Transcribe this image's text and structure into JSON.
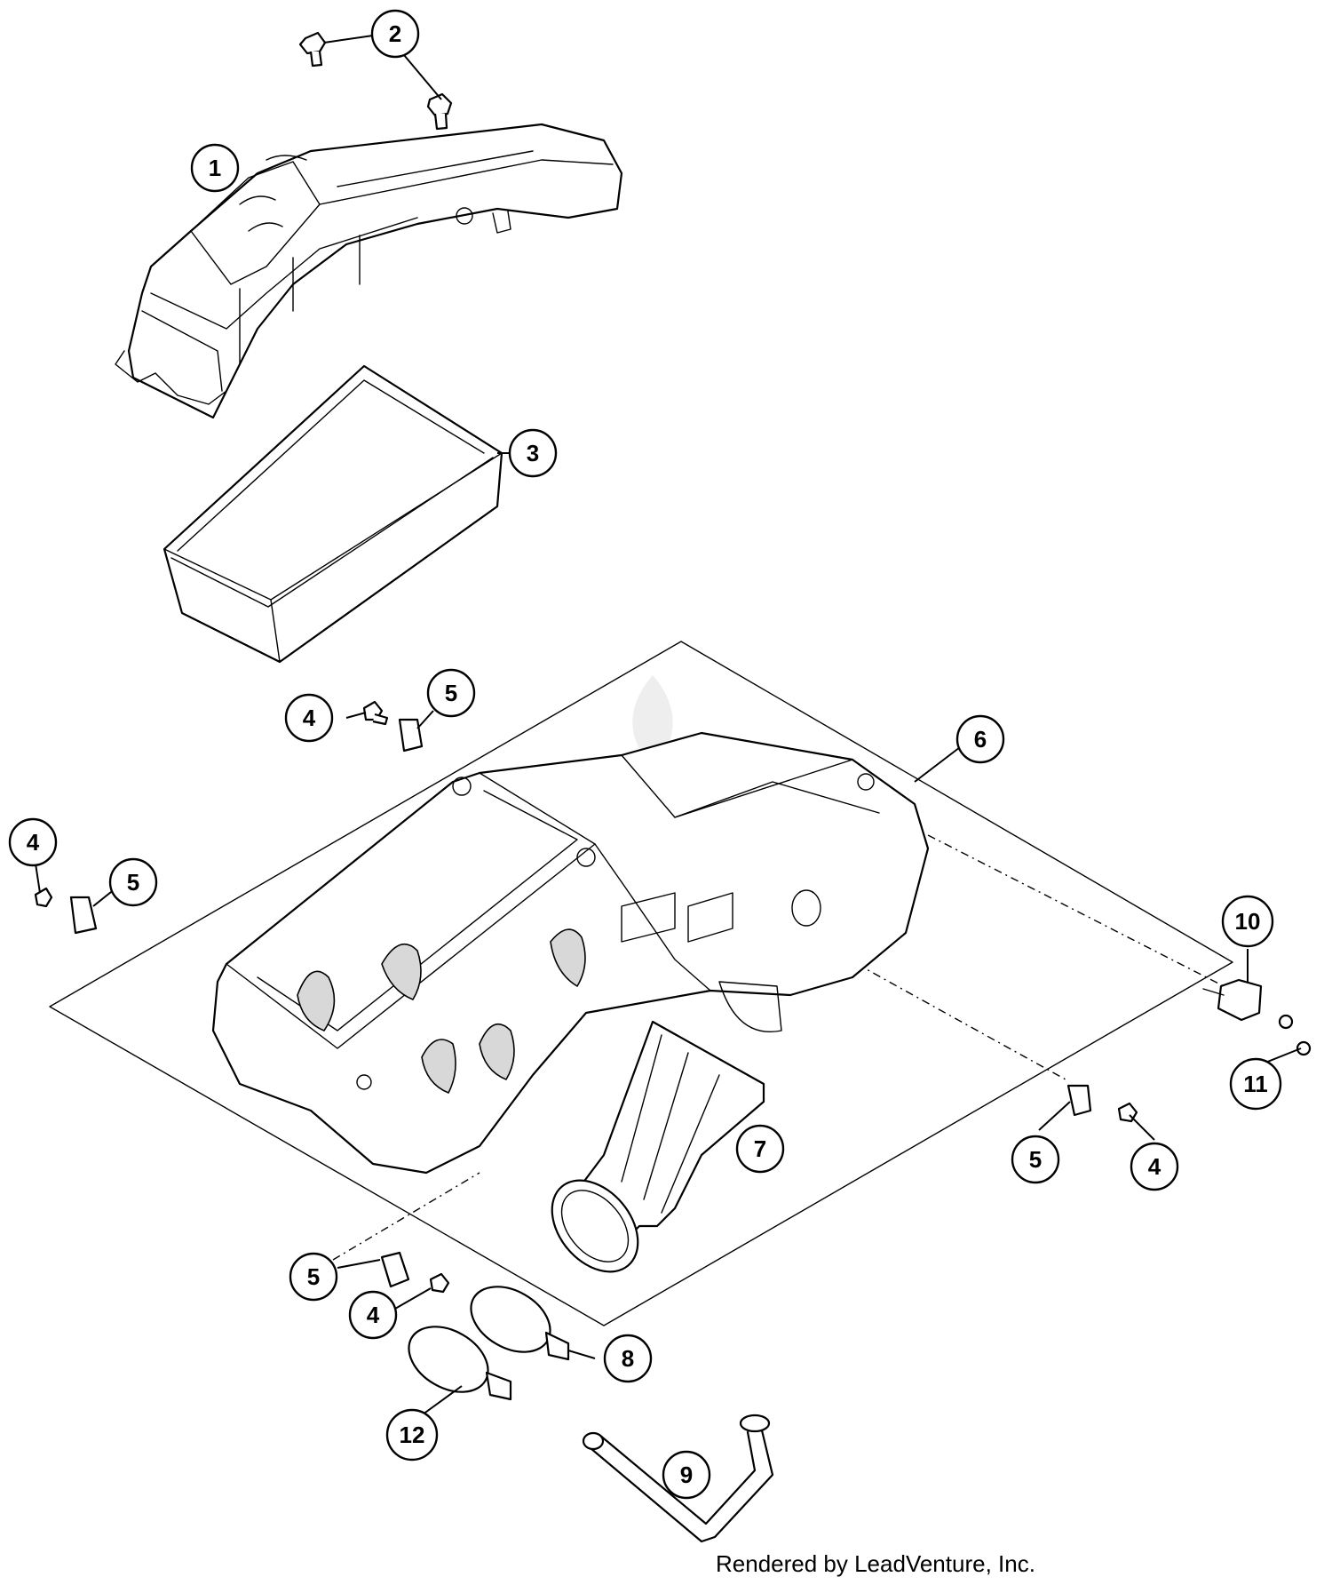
{
  "callouts": [
    {
      "id": "c1",
      "label": "1"
    },
    {
      "id": "c2",
      "label": "2"
    },
    {
      "id": "c3",
      "label": "3"
    },
    {
      "id": "c4a",
      "label": "4"
    },
    {
      "id": "c4b",
      "label": "4"
    },
    {
      "id": "c4c",
      "label": "4"
    },
    {
      "id": "c4d",
      "label": "4"
    },
    {
      "id": "c5a",
      "label": "5"
    },
    {
      "id": "c5b",
      "label": "5"
    },
    {
      "id": "c5c",
      "label": "5"
    },
    {
      "id": "c5d",
      "label": "5"
    },
    {
      "id": "c6",
      "label": "6"
    },
    {
      "id": "c7",
      "label": "7"
    },
    {
      "id": "c8",
      "label": "8"
    },
    {
      "id": "c9",
      "label": "9"
    },
    {
      "id": "c10",
      "label": "10"
    },
    {
      "id": "c11",
      "label": "11"
    },
    {
      "id": "c12",
      "label": "12"
    }
  ],
  "footer": {
    "credit": "Rendered by LeadVenture, Inc."
  }
}
